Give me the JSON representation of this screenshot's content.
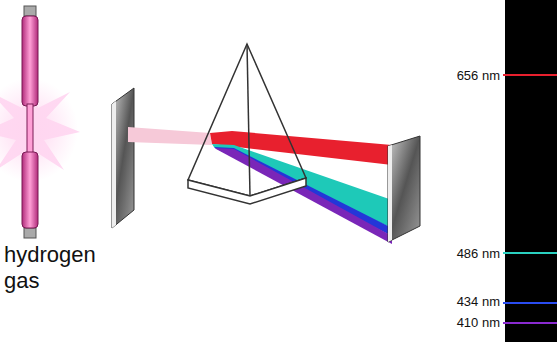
{
  "diagram": {
    "labels": [
      "hydrogen gas",
      "656 nm",
      "486 nm",
      "434 nm",
      "410 nm"
    ]
  }
}
